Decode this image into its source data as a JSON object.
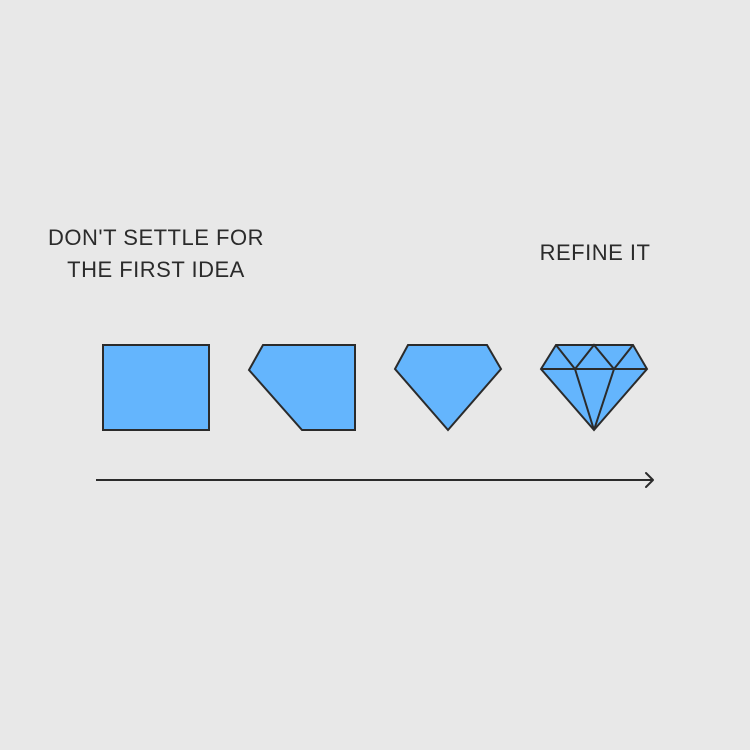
{
  "captions": {
    "left_line1": "DON'T SETTLE FOR",
    "left_line2": "THE FIRST IDEA",
    "right": "REFINE IT"
  },
  "colors": {
    "background": "#e8e8e8",
    "shape_fill": "#64b5fd",
    "stroke": "#2b2b2b",
    "text": "#2b2b2b"
  },
  "stages": [
    {
      "icon": "rectangle-icon"
    },
    {
      "icon": "cut-corner-shape-icon"
    },
    {
      "icon": "gem-outline-icon"
    },
    {
      "icon": "diamond-icon"
    }
  ],
  "arrow": {
    "icon": "right-arrow-icon"
  }
}
